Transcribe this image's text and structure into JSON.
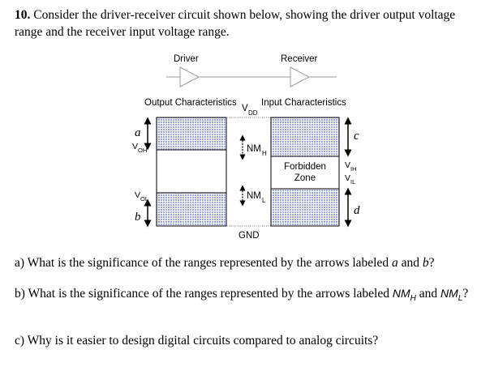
{
  "question": {
    "number": "10.",
    "text": "Consider the driver-receiver circuit shown below, showing the driver output voltage range and the receiver input voltage range."
  },
  "figure": {
    "driver_label": "Driver",
    "receiver_label": "Receiver",
    "output_characteristics_label": "Output Characteristics",
    "input_characteristics_label": "Input Characteristics",
    "vdd_label": "V",
    "vdd_sub": "DD",
    "gnd_label": "GND",
    "voh_label": "V",
    "voh_sub": "OH",
    "vol_label": "V",
    "vol_sub": "OL",
    "vih_label": "V",
    "vih_sub": "IH",
    "vil_label": "V",
    "vil_sub": "IL",
    "nmh_label": "NM",
    "nmh_sub": "H",
    "nml_label": "NM",
    "nml_sub": "L",
    "forbidden_line1": "Forbidden",
    "forbidden_line2": "Zone",
    "arrow_a": "a",
    "arrow_b": "b",
    "arrow_c": "c",
    "arrow_d": "d",
    "hatch_color": "#9aa6ea"
  },
  "parts": {
    "a": {
      "prefix": "a) What is the significance of the ranges represented by the arrows labeled ",
      "var1": "a",
      "mid": " and ",
      "var2": "b",
      "suffix": "?"
    },
    "b": {
      "prefix": "b) What is the significance of the ranges represented by the arrows labeled ",
      "var1": "NM",
      "var1_sub": "H",
      "mid": " and ",
      "var2": "NM",
      "var2_sub": "L",
      "suffix": "?"
    },
    "c": {
      "text": "c) Why is it easier to design digital circuits compared to analog circuits?"
    }
  }
}
